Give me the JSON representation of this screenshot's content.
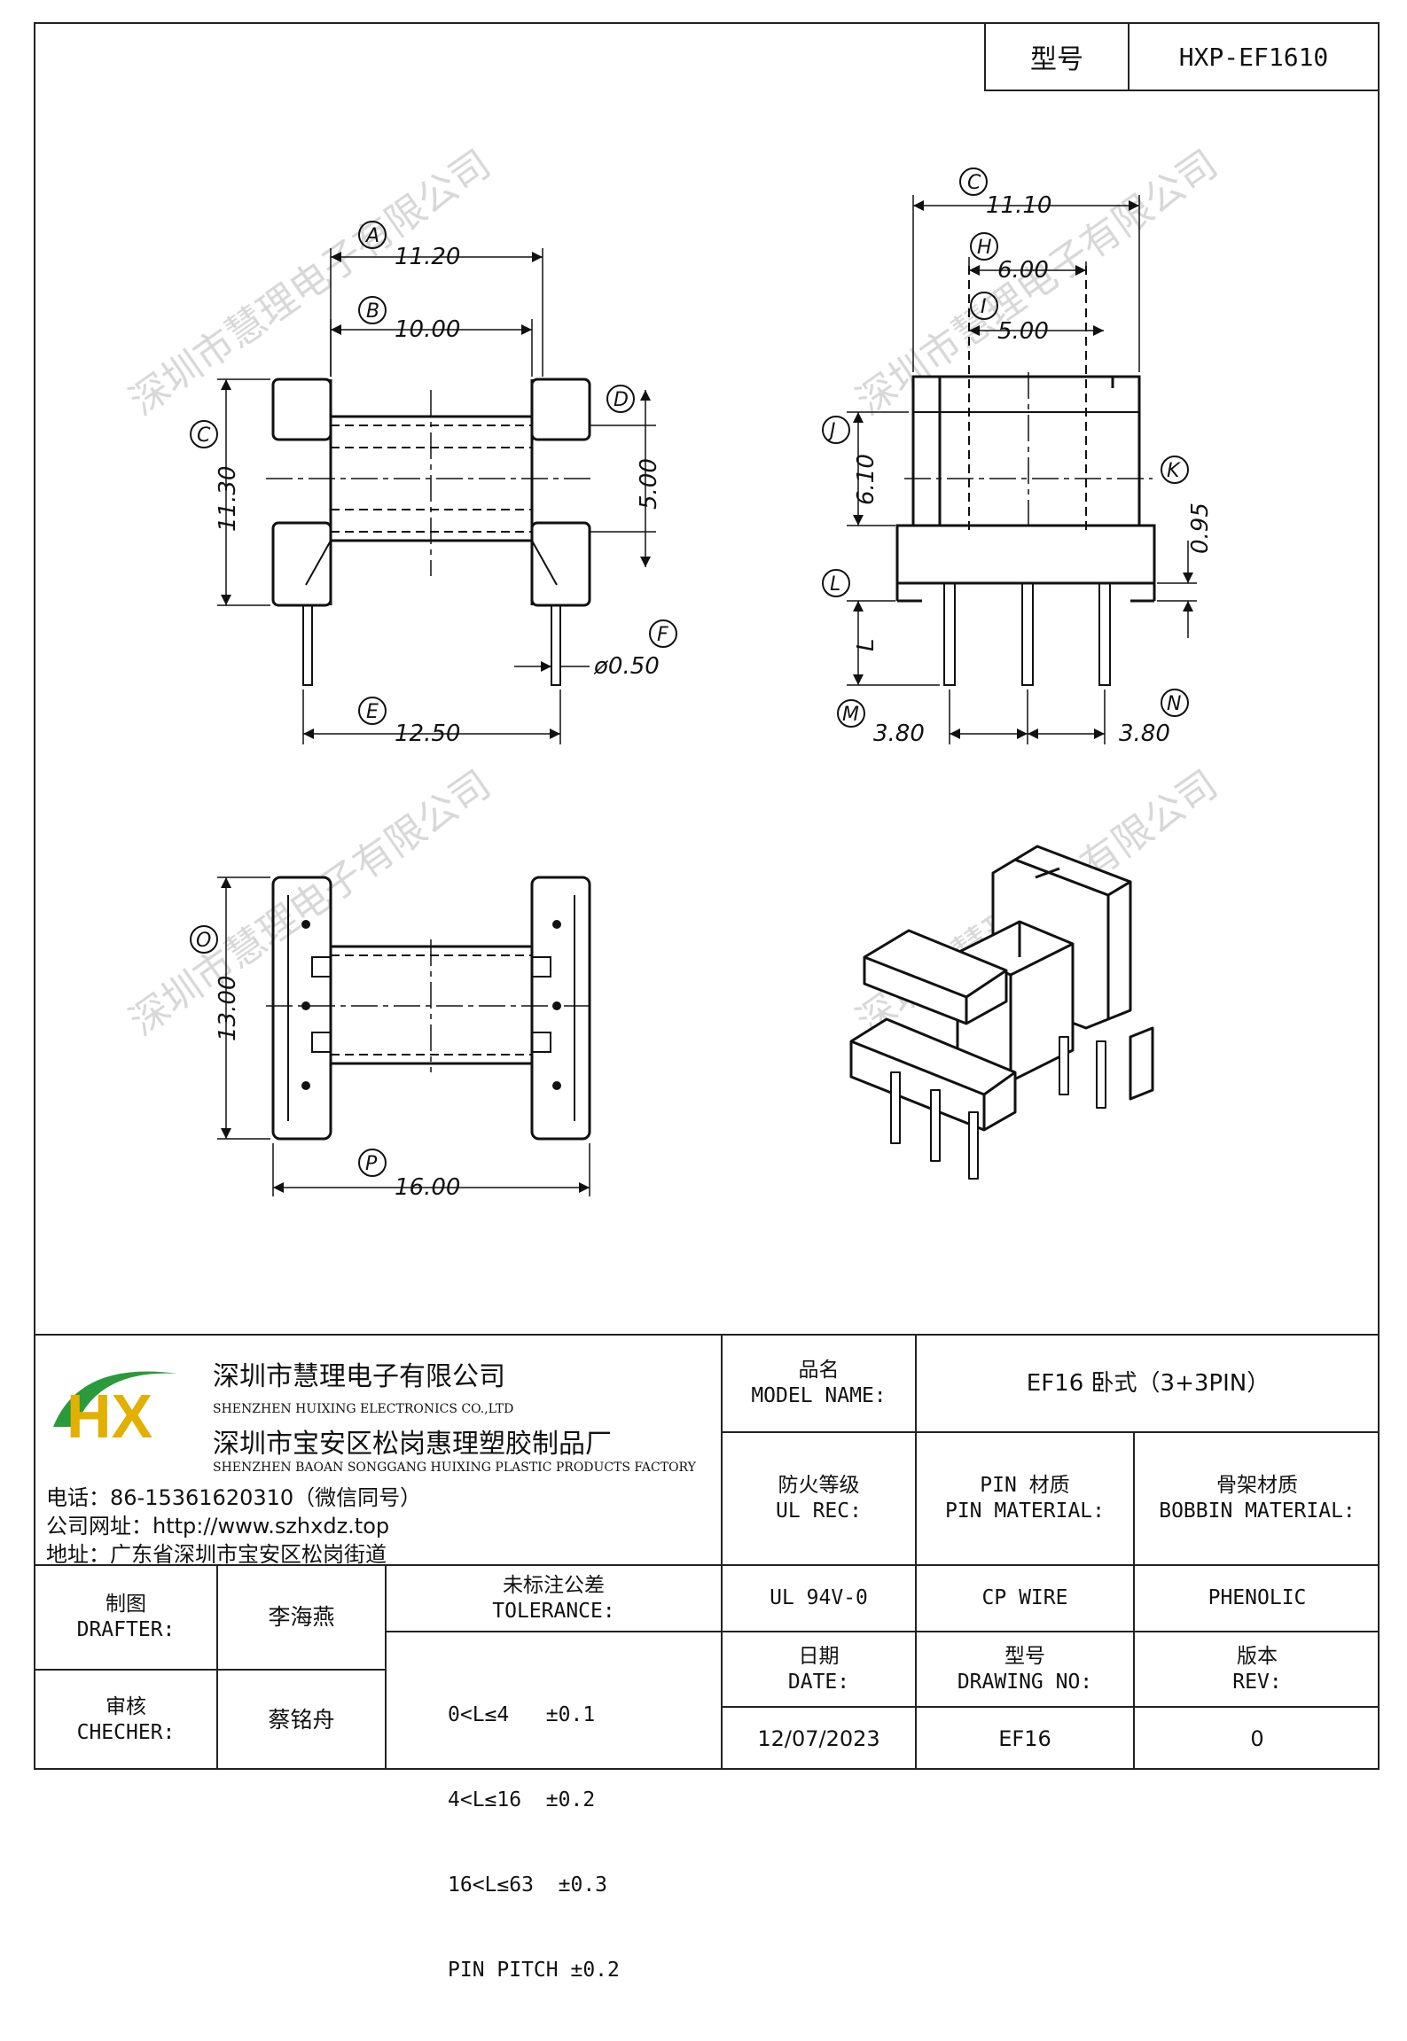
{
  "header": {
    "model_label": "型号",
    "model_value": "HXP-EF1610"
  },
  "watermark": "深圳市慧理电子有限公司",
  "views": {
    "front": {
      "dims": {
        "A": "11.20",
        "B": "10.00",
        "C": "11.30",
        "D": "5.00",
        "E": "12.50",
        "F": "ø0.50"
      }
    },
    "side": {
      "dims": {
        "C": "11.10",
        "H": "6.00",
        "I": "5.00",
        "J": "6.10",
        "K": "0.95",
        "L": "L",
        "M": "3.80",
        "N": "3.80"
      }
    },
    "bottom": {
      "dims": {
        "O": "13.00",
        "P": "16.00"
      }
    }
  },
  "company": {
    "logo_letters": "HX",
    "name_cn": "深圳市慧理电子有限公司",
    "name_en": "SHENZHEN HUIXING ELECTRONICS CO.,LTD",
    "factory_cn": "深圳市宝安区松岗惠理塑胶制品厂",
    "factory_en": "SHENZHEN BAOAN SONGGANG HUIXING PLASTIC PRODUCTS FACTORY",
    "phone": "电话：86-15361620310（微信同号）",
    "website": "公司网址：http://www.szhxdz.top",
    "address": "地址：广东省深圳市宝安区松岗街道"
  },
  "title_block": {
    "model_name_label_cn": "品名",
    "model_name_label_en": "MODEL NAME:",
    "model_name_value": "EF16 卧式（3+3PIN）",
    "ul_label_cn": "防火等级",
    "ul_label_en": "UL REC:",
    "pin_label_cn": "PIN 材质",
    "pin_label_en": "PIN MATERIAL:",
    "bobbin_label_cn": "骨架材质",
    "bobbin_label_en": "BOBBIN MATERIAL:",
    "ul_value": "UL 94V-0",
    "pin_value": "CP WIRE",
    "bobbin_value": "PHENOLIC",
    "drafter_label_cn": "制图",
    "drafter_label_en": "DRAFTER:",
    "drafter_name": "李海燕",
    "checker_label_cn": "审核",
    "checker_label_en": "CHECHER:",
    "checker_name": "蔡铭舟",
    "tolerance_label_cn": "未标注公差",
    "tolerance_label_en": "TOLERANCE:",
    "tolerances": [
      "0<L≤4   ±0.1",
      "4<L≤16  ±0.2",
      "16<L≤63  ±0.3",
      "PIN PITCH ±0.2"
    ],
    "date_label_cn": "日期",
    "date_label_en": "DATE:",
    "drawing_no_label_cn": "型号",
    "drawing_no_label_en": "DRAWING NO:",
    "rev_label_cn": "版本",
    "rev_label_en": "REV:",
    "date_value": "12/07/2023",
    "drawing_no_value": "EF16",
    "rev_value": "0"
  }
}
